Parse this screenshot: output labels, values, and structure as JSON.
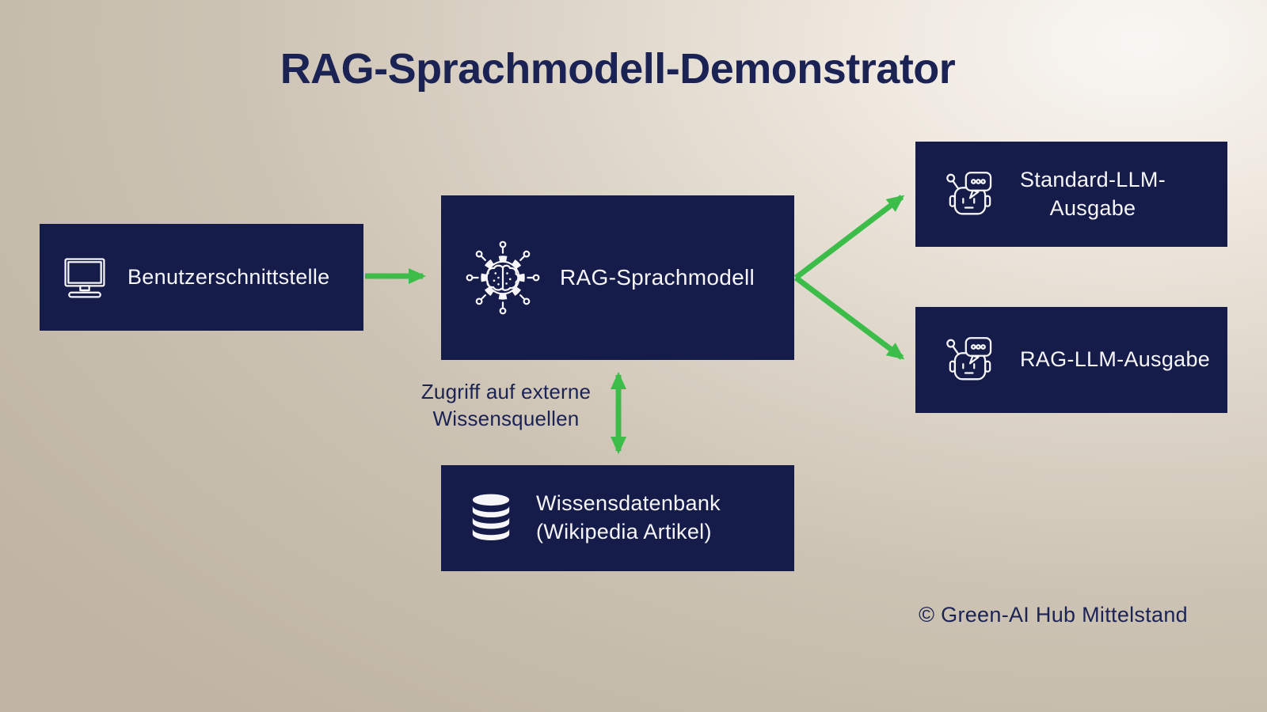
{
  "title": "RAG-Sprachmodell-Demonstrator",
  "nodes": {
    "user_interface": {
      "label": "Benutzerschnittstelle",
      "icon": "monitor"
    },
    "rag_model": {
      "label": "RAG-Sprachmodell",
      "icon": "ai-gear-brain-network"
    },
    "standard_output": {
      "label_line1": "Standard-LLM-",
      "label_line2": "Ausgabe",
      "icon": "robot-chat"
    },
    "rag_output": {
      "label": "RAG-LLM-Ausgabe",
      "icon": "robot-chat"
    },
    "knowledge_db": {
      "label_line1": "Wissensdatenbank",
      "label_line2": "(Wikipedia Artikel)",
      "icon": "database"
    }
  },
  "edge_label": {
    "line1": "Zugriff auf externe",
    "line2": "Wissensquellen"
  },
  "footer": {
    "copyright": "© Green-AI Hub Mittelstand"
  },
  "colors": {
    "node_fill": "#151c4a",
    "node_text": "#f6f5f8",
    "arrow_green": "#3cbd4a",
    "heading_text": "#1b2254"
  }
}
